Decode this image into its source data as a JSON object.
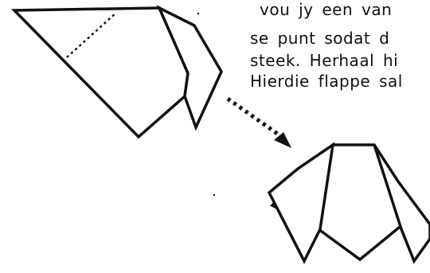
{
  "instructions": {
    "lines": [
      "vou jy een van",
      "se punt sodat d",
      "steek. Herhaal hi",
      "Hierdie flappe sal"
    ]
  },
  "colors": {
    "ink": "#111111",
    "background": "#ffffff"
  }
}
